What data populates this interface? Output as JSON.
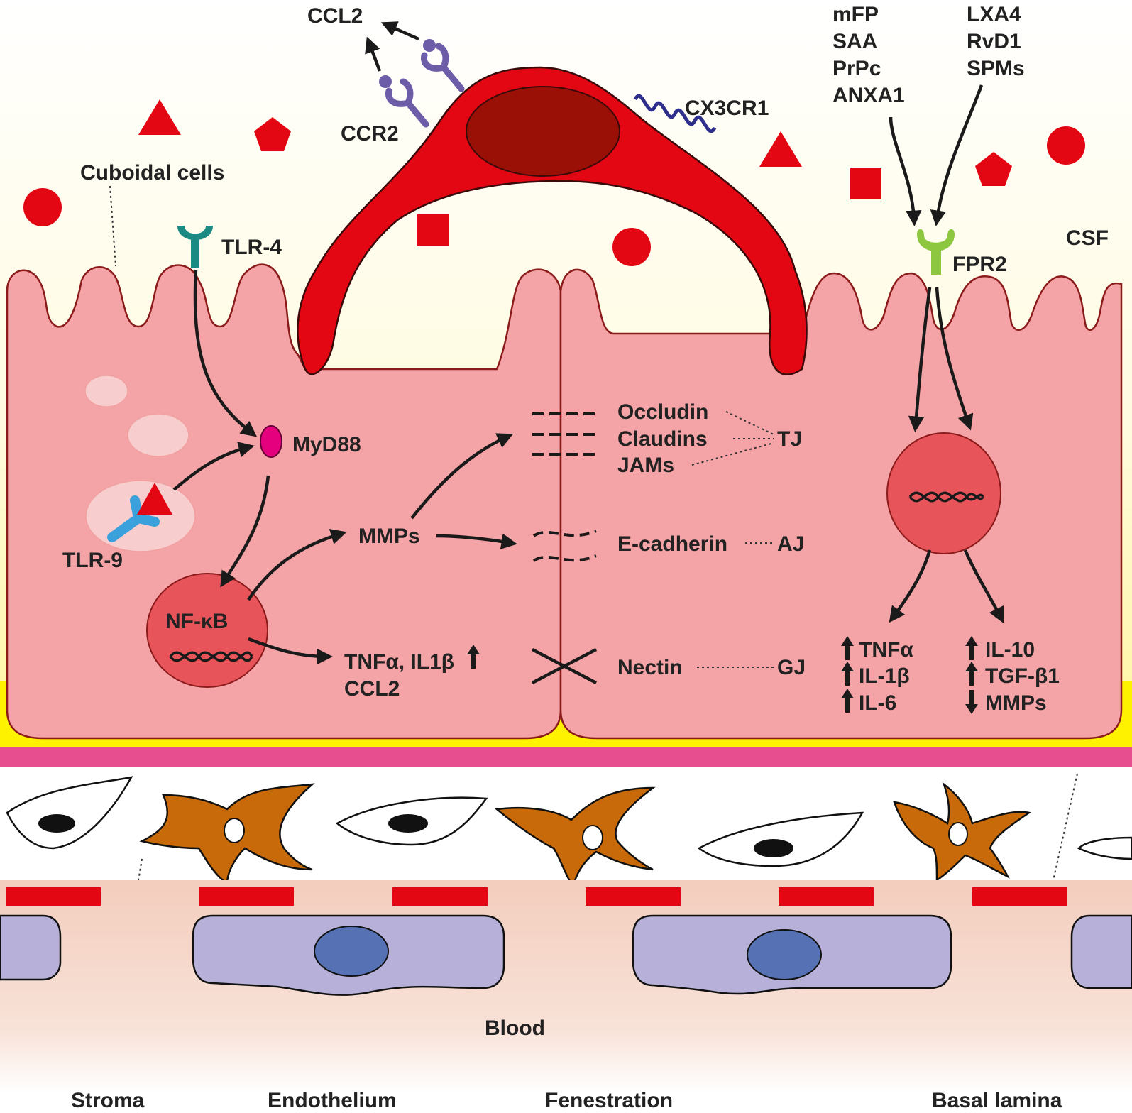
{
  "labels": {
    "ccl2_top": "CCL2",
    "ccr2": "CCR2",
    "cx3cr1": "CX3CR1",
    "ligands_left": [
      "mFP",
      "SAA",
      "PrPc",
      "ANXA1"
    ],
    "ligands_right": [
      "LXA4",
      "RvD1",
      "SPMs"
    ],
    "cuboidal_cells": "Cuboidal cells",
    "tlr4": "TLR-4",
    "csf": "CSF",
    "fpr2": "FPR2",
    "myd88": "MyD88",
    "tlr9": "TLR-9",
    "nfkb": "NF-κB",
    "mmps": "MMPs",
    "cytokines_line1": "TNFα, IL1β",
    "cytokines_line2": "CCL2",
    "occludin": "Occludin",
    "claudins": "Claudins",
    "jams": "JAMs",
    "tj": "TJ",
    "ecadherin": "E-cadherin",
    "aj": "AJ",
    "nectin": "Nectin",
    "gj": "GJ",
    "pro_inflammatory": [
      "TNFα",
      "IL-1β",
      "IL-6"
    ],
    "anti_inflammatory": [
      "IL-10",
      "TGF-β1",
      "MMPs"
    ],
    "blood": "Blood",
    "stroma": "Stroma",
    "endothelium": "Endothelium",
    "fenestration": "Fenestration",
    "basal_lamina": "Basal lamina"
  },
  "colors": {
    "csf_yellow": "#fff7a8",
    "epithelium": "#f4a3a6",
    "epithelium_outline": "#8b1a1a",
    "macrophage": "#e30613",
    "macrophage_nucleus": "#9b1006",
    "nucleus": "#e7555b",
    "basal_lamina": "#e64e8f",
    "fibroblast_orange": "#c86a0a",
    "endothelium": "#b7b1d9",
    "endothelium_nucleus": "#5672b4",
    "blood": "#f3cdbd",
    "tlr4": "#1a8a82",
    "tlr9": "#3aa1dd",
    "fpr2": "#8dc63f",
    "myd88": "#e5007e",
    "ccr2": "#6d5da8",
    "cx3cr1": "#2e2e8c"
  }
}
